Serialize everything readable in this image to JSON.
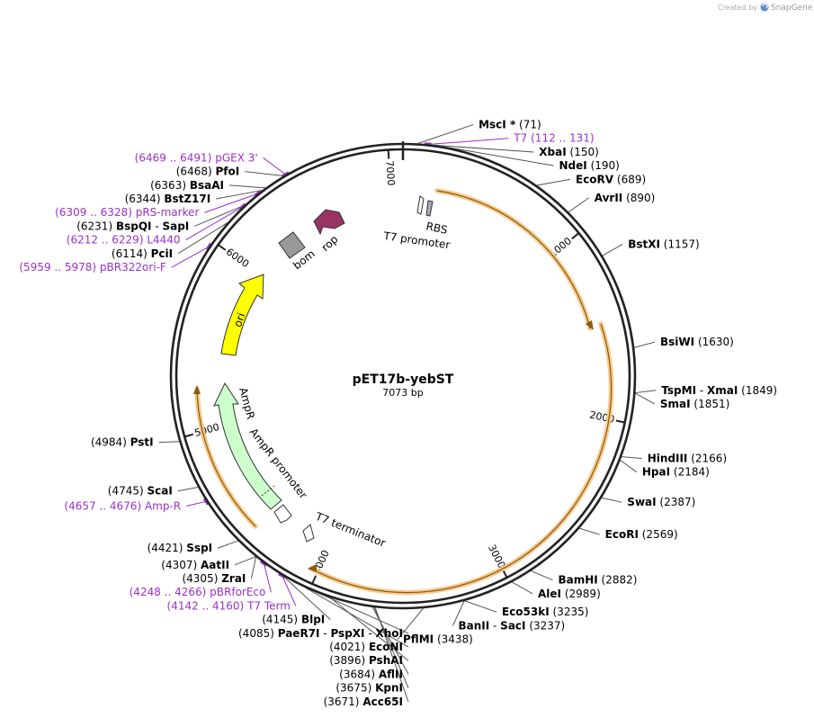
{
  "credit": {
    "prefix": "Created by",
    "brand": "SnapGene",
    "icon": "snapgene-logo-icon",
    "colors": {
      "text": "#aaaaaa",
      "logo": "#5b8fc9"
    }
  },
  "plasmid": {
    "name": "pET17b-yebST",
    "size_label": "7073 bp",
    "length": 7073
  },
  "colors": {
    "backbone": "#222222",
    "orf_arc": "#b07a1a",
    "orf_glow": "#f7c98a",
    "ori": "#ffff00",
    "ampr": "#ccffcc",
    "rop": "#993366",
    "bom": "#999999",
    "primer": "#9b30c8",
    "leader": "#666666"
  },
  "ticks": [
    {
      "pos": 1000,
      "label": "1000"
    },
    {
      "pos": 2000,
      "label": "2000"
    },
    {
      "pos": 3000,
      "label": "3000"
    },
    {
      "pos": 4000,
      "label": "4000"
    },
    {
      "pos": 5000,
      "label": "5000"
    },
    {
      "pos": 6000,
      "label": "6000"
    },
    {
      "pos": 7000,
      "label": "7000"
    }
  ],
  "sites": [
    {
      "name": "MscI",
      "extra": "*",
      "pos": 71,
      "pos_label": "(71)",
      "side": "right"
    },
    {
      "name": "XbaI",
      "pos": 150,
      "pos_label": "(150)",
      "side": "right"
    },
    {
      "name": "NdeI",
      "pos": 190,
      "pos_label": "(190)",
      "side": "right"
    },
    {
      "name": "EcoRV",
      "pos": 689,
      "pos_label": "(689)",
      "side": "right"
    },
    {
      "name": "AvrII",
      "pos": 890,
      "pos_label": "(890)",
      "side": "right"
    },
    {
      "name": "BstXI",
      "pos": 1157,
      "pos_label": "(1157)",
      "side": "right"
    },
    {
      "name": "BsiWI",
      "pos": 1630,
      "pos_label": "(1630)",
      "side": "right"
    },
    {
      "name": "TspMI",
      "name2": "XmaI",
      "pos": 1849,
      "pos_label": "(1849)",
      "side": "right"
    },
    {
      "name": "SmaI",
      "pos": 1851,
      "pos_label": "(1851)",
      "side": "right"
    },
    {
      "name": "HindIII",
      "pos": 2166,
      "pos_label": "(2166)",
      "side": "right"
    },
    {
      "name": "HpaI",
      "pos": 2184,
      "pos_label": "(2184)",
      "side": "right"
    },
    {
      "name": "SwaI",
      "pos": 2387,
      "pos_label": "(2387)",
      "side": "right"
    },
    {
      "name": "EcoRI",
      "pos": 2569,
      "pos_label": "(2569)",
      "side": "right"
    },
    {
      "name": "BamHI",
      "pos": 2882,
      "pos_label": "(2882)",
      "side": "right"
    },
    {
      "name": "AleI",
      "pos": 2989,
      "pos_label": "(2989)",
      "side": "right"
    },
    {
      "name": "Eco53kI",
      "pos": 3235,
      "pos_label": "(3235)",
      "side": "right"
    },
    {
      "name": "BanII",
      "name2": "SacI",
      "pos": 3237,
      "pos_label": "(3237)",
      "side": "right"
    },
    {
      "name": "PflMI",
      "pos": 3438,
      "pos_label": "(3438)",
      "side": "right"
    },
    {
      "name": "Acc65I",
      "pos": 3671,
      "pos_label": "(3671)",
      "side": "left"
    },
    {
      "name": "KpnI",
      "pos": 3675,
      "pos_label": "(3675)",
      "side": "left"
    },
    {
      "name": "AflII",
      "pos": 3684,
      "pos_label": "(3684)",
      "side": "left"
    },
    {
      "name": "PshAI",
      "pos": 3896,
      "pos_label": "(3896)",
      "side": "left"
    },
    {
      "name": "EcoNI",
      "pos": 4021,
      "pos_label": "(4021)",
      "side": "left"
    },
    {
      "name": "PaeR7I",
      "name2": "PspXI",
      "name3": "XhoI",
      "pos": 4085,
      "pos_label": "(4085)",
      "side": "left"
    },
    {
      "name": "BlpI",
      "pos": 4145,
      "pos_label": "(4145)",
      "side": "left"
    },
    {
      "name": "ZraI",
      "pos": 4305,
      "pos_label": "(4305)",
      "side": "left"
    },
    {
      "name": "AatII",
      "pos": 4307,
      "pos_label": "(4307)",
      "side": "left"
    },
    {
      "name": "SspI",
      "pos": 4421,
      "pos_label": "(4421)",
      "side": "left"
    },
    {
      "name": "ScaI",
      "pos": 4745,
      "pos_label": "(4745)",
      "side": "left"
    },
    {
      "name": "PstI",
      "pos": 4984,
      "pos_label": "(4984)",
      "side": "left"
    },
    {
      "name": "PciI",
      "pos": 6114,
      "pos_label": "(6114)",
      "side": "left"
    },
    {
      "name": "BspQI",
      "name2": "SapI",
      "pos": 6231,
      "pos_label": "(6231)",
      "side": "left"
    },
    {
      "name": "BstZ17I",
      "pos": 6344,
      "pos_label": "(6344)",
      "side": "left"
    },
    {
      "name": "BsaAI",
      "pos": 6363,
      "pos_label": "(6363)",
      "side": "left"
    },
    {
      "name": "PfoI",
      "pos": 6468,
      "pos_label": "(6468)",
      "side": "left"
    }
  ],
  "primers": [
    {
      "name": "T7",
      "range": "(112 .. 131)",
      "pos": 121,
      "side": "right"
    },
    {
      "name": "Amp-R",
      "range": "(4657 .. 4676)",
      "pos": 4666,
      "side": "left"
    },
    {
      "name": "pBRforEco",
      "range": "(4248 .. 4266)",
      "pos": 4257,
      "side": "left"
    },
    {
      "name": "T7 Term",
      "range": "(4142 .. 4160)",
      "pos": 4151,
      "side": "left"
    },
    {
      "name": "pBR322ori-F",
      "range": "(5959 .. 5978)",
      "pos": 5968,
      "side": "left"
    },
    {
      "name": "L4440",
      "range": "(6212 .. 6229)",
      "pos": 6220,
      "side": "left"
    },
    {
      "name": "pRS-marker",
      "range": "(6309 .. 6328)",
      "pos": 6318,
      "side": "left"
    },
    {
      "name": "pGEX 3'",
      "range": "(6469 .. 6491)",
      "pos": 6480,
      "side": "left"
    }
  ],
  "features": [
    {
      "name": "ori",
      "type": "ori"
    },
    {
      "name": "AmpR",
      "type": "cds"
    },
    {
      "name": "AmpR promoter",
      "type": "promoter"
    },
    {
      "name": "rop",
      "type": "cds"
    },
    {
      "name": "bom",
      "type": "misc"
    },
    {
      "name": "RBS",
      "type": "rbs"
    },
    {
      "name": "T7 promoter",
      "type": "promoter"
    },
    {
      "name": "T7 terminator",
      "type": "terminator"
    }
  ]
}
